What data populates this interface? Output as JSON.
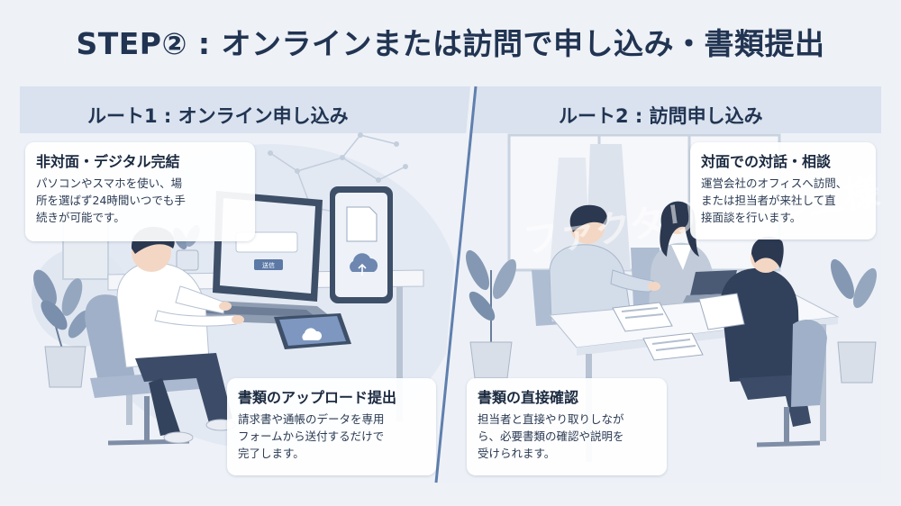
{
  "title": "STEP② : オンラインまたは訪問で申し込み・書類提出",
  "routes": [
    {
      "label": "ルート1 : オンライン申し込み",
      "callouts": [
        {
          "heading": "非対面・デジタル完結",
          "body": "パソコンやスマホを使い、場\n所を選ばず24時間いつでも手\n続きが可能です。"
        },
        {
          "heading": "書類のアップロード提出",
          "body": "請求書や通帳のデータを専用\nフォームから送付するだけで\n完了します。"
        }
      ]
    },
    {
      "label": "ルート2 : 訪問申し込み",
      "callouts": [
        {
          "heading": "対面での対話・相談",
          "body": "運営会社のオフィスへ訪問、\nまたは担当者が来社して直\n接面談を行います。"
        },
        {
          "heading": "書類の直接確認",
          "body": "担当者と直接やり取りしなが\nら、必要書類の確認や説明を\n受けられます。"
        }
      ]
    }
  ],
  "watermark": "ファクタリングの王様",
  "screen_button_label": "送信",
  "colors": {
    "accent": "#213452",
    "panel": "#dde4ef",
    "divider": "#5f7fae"
  }
}
